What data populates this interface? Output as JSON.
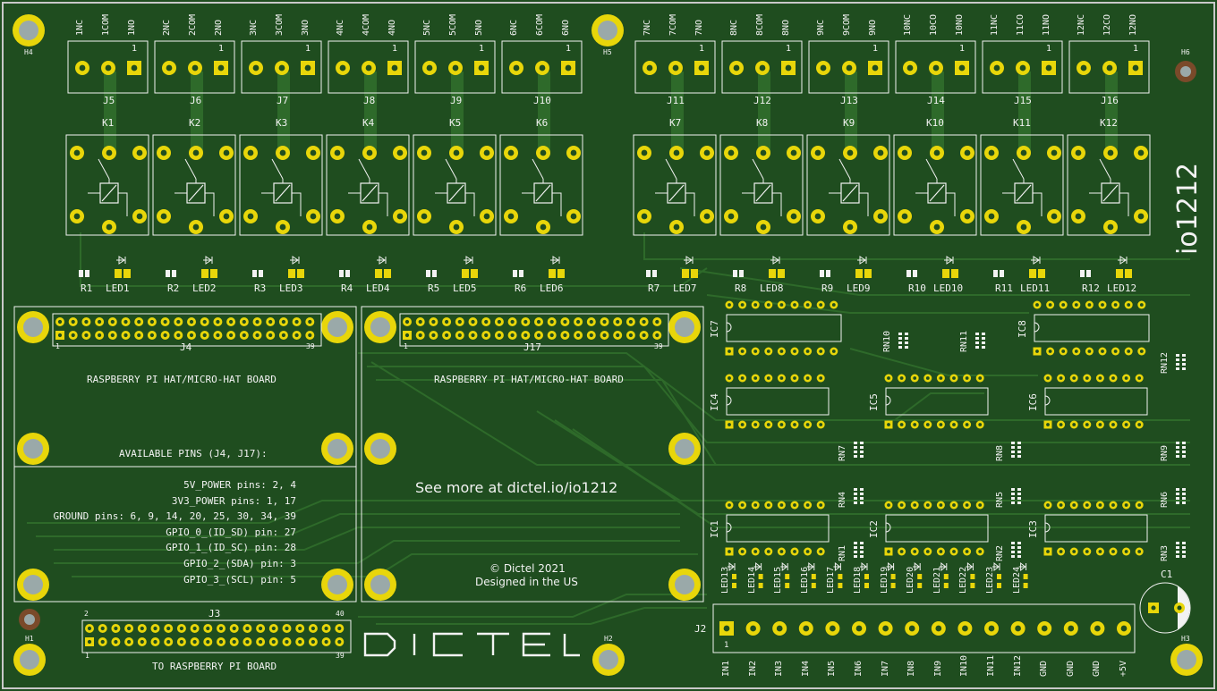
{
  "board_name": "io1212",
  "website_text": "See more at dictel.io/io1212",
  "copyright": "© Dictel 2021",
  "designed": "Designed in the US",
  "brand": "DICTEL",
  "colors": {
    "board": "#1f4d1f",
    "trace": "#2e6a2a",
    "silk": "#f2f2f2",
    "pad": "#e8d60a",
    "hole": "#9aa9a9",
    "edge": "#c8c8c8",
    "copper_hole": "#7a4a2a"
  },
  "mount_holes": [
    "H4",
    "H5",
    "H6",
    "H1",
    "H2",
    "H3"
  ],
  "relay_connectors": [
    {
      "ref": "J5",
      "pins": [
        "1NC",
        "1COM",
        "1NO"
      ]
    },
    {
      "ref": "J6",
      "pins": [
        "2NC",
        "2COM",
        "2NO"
      ]
    },
    {
      "ref": "J7",
      "pins": [
        "3NC",
        "3COM",
        "3NO"
      ]
    },
    {
      "ref": "J8",
      "pins": [
        "4NC",
        "4COM",
        "4NO"
      ]
    },
    {
      "ref": "J9",
      "pins": [
        "5NC",
        "5COM",
        "5NO"
      ]
    },
    {
      "ref": "J10",
      "pins": [
        "6NC",
        "6COM",
        "6NO"
      ]
    },
    {
      "ref": "J11",
      "pins": [
        "7NC",
        "7COM",
        "7NO"
      ]
    },
    {
      "ref": "J12",
      "pins": [
        "8NC",
        "8COM",
        "8NO"
      ]
    },
    {
      "ref": "J13",
      "pins": [
        "9NC",
        "9COM",
        "9NO"
      ]
    },
    {
      "ref": "J14",
      "pins": [
        "10NC",
        "10CO",
        "10NO"
      ]
    },
    {
      "ref": "J15",
      "pins": [
        "11NC",
        "11CO",
        "11NO"
      ]
    },
    {
      "ref": "J16",
      "pins": [
        "12NC",
        "12CO",
        "12NO"
      ]
    }
  ],
  "pin_one_mark": "1",
  "relays": [
    "K1",
    "K2",
    "K3",
    "K4",
    "K5",
    "K6",
    "K7",
    "K8",
    "K9",
    "K10",
    "K11",
    "K12"
  ],
  "resistors": [
    "R1",
    "R2",
    "R3",
    "R4",
    "R5",
    "R6",
    "R7",
    "R8",
    "R9",
    "R10",
    "R11",
    "R12"
  ],
  "leds": [
    "LED1",
    "LED2",
    "LED3",
    "LED4",
    "LED5",
    "LED6",
    "LED7",
    "LED8",
    "LED9",
    "LED10",
    "LED11",
    "LED12"
  ],
  "hat_left": {
    "ref": "J4",
    "pin_first": "1",
    "pin_last": "39",
    "title": "RASPBERRY PI HAT/MICRO-HAT BOARD"
  },
  "hat_right": {
    "ref": "J17",
    "pin_first": "1",
    "pin_last": "39",
    "title": "RASPBERRY PI HAT/MICRO-HAT BOARD"
  },
  "available_pins": {
    "heading": "AVAILABLE PINS (J4, J17):",
    "lines": [
      "5V_POWER pins: 2, 4",
      "3V3_POWER pins: 1, 17",
      "GROUND pins: 6, 9, 14, 20, 25, 30, 34, 39",
      "GPIO_0_(ID_SD) pin: 27",
      "GPIO_1_(ID_SC) pin: 28",
      "GPIO_2_(SDA) pin: 3",
      "GPIO_3_(SCL) pin: 5"
    ]
  },
  "j3": {
    "ref": "J3",
    "pin_tl": "2",
    "pin_tr": "40",
    "pin_bl": "1",
    "pin_br": "39",
    "title": "TO RASPBERRY PI BOARD"
  },
  "ics": [
    "IC7",
    "IC8",
    "IC4",
    "IC5",
    "IC6",
    "IC1",
    "IC2",
    "IC3"
  ],
  "resistor_networks": [
    "RN10",
    "RN11",
    "RN12",
    "RN7",
    "RN8",
    "RN9",
    "RN4",
    "RN5",
    "RN6",
    "RN1",
    "RN2",
    "RN3"
  ],
  "input_leds": [
    "LED13",
    "LED14",
    "LED15",
    "LED16",
    "LED17",
    "LED18",
    "LED19",
    "LED20",
    "LED21",
    "LED22",
    "LED23",
    "LED24"
  ],
  "capacitor": "C1",
  "j2": {
    "ref": "J2",
    "pin_one": "1",
    "pins": [
      "IN1",
      "IN2",
      "IN3",
      "IN4",
      "IN5",
      "IN6",
      "IN7",
      "IN8",
      "IN9",
      "IN10",
      "IN11",
      "IN12",
      "GND",
      "GND",
      "GND",
      "+5V"
    ]
  }
}
